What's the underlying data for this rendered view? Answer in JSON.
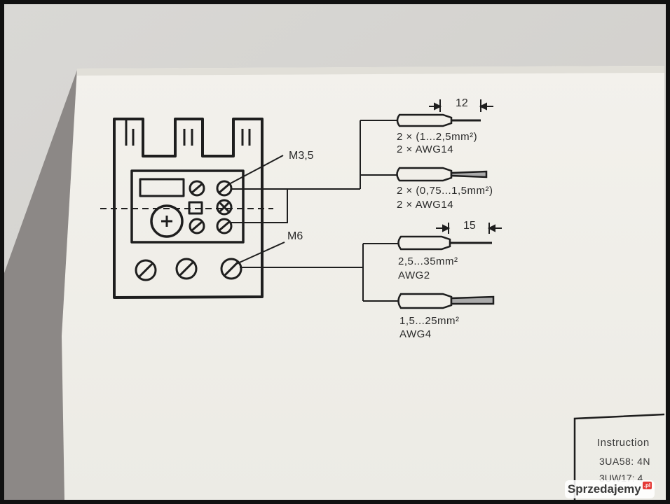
{
  "labels": {
    "screw_m35": "M3,5",
    "screw_m6": "M6",
    "strip_small": "12",
    "strip_large": "15"
  },
  "wires": [
    {
      "line1": "2 × (1...2,5mm²)",
      "line2": "2 × AWG14"
    },
    {
      "line1": "2 × (0,75...1,5mm²)",
      "line2": "2 × AWG14"
    },
    {
      "line1": "2,5...35mm²",
      "line2": "AWG2"
    },
    {
      "line1": "1,5...25mm²",
      "line2": "AWG4"
    }
  ],
  "box": {
    "line1": "Instruction",
    "line2": "3UA58: 4N",
    "line3": "3UW17: 4"
  },
  "watermark": {
    "text": "Sprzedajemy",
    "tld": ".pl"
  },
  "colors": {
    "card": "#f1efe9",
    "ink": "#1e1e1e",
    "background": "#3a3633"
  }
}
